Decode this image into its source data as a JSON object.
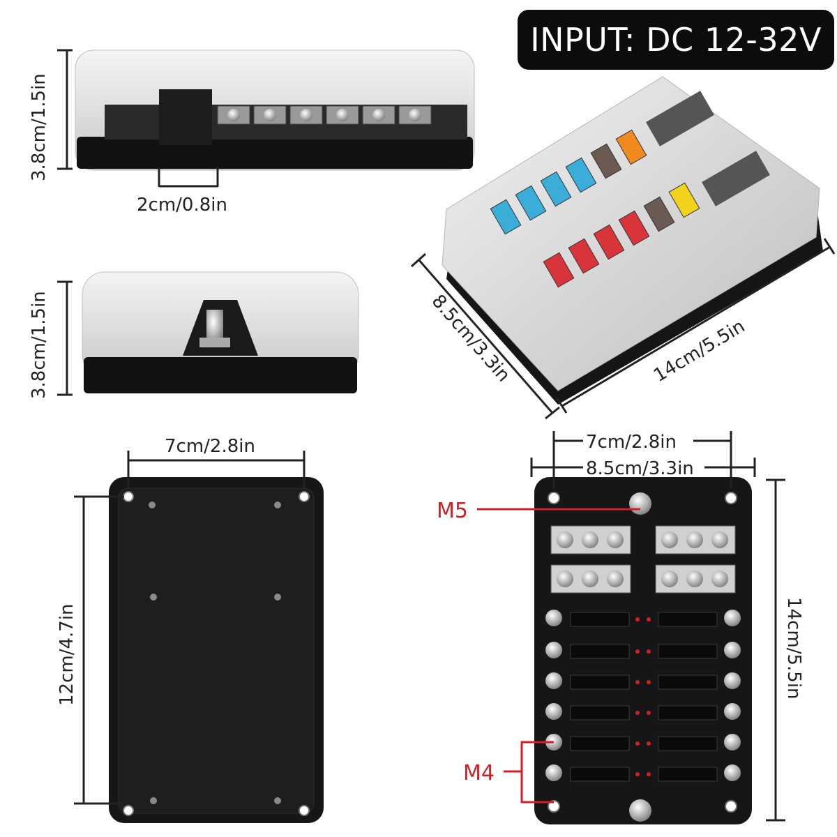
{
  "badge": {
    "input_label": "INPUT: DC 12-32V"
  },
  "dimensions": {
    "side_height": "3.8cm/1.5in",
    "terminal_gap": "2cm/0.8in",
    "end_height": "3.8cm/1.5in",
    "depth": "8.5cm/3.3in",
    "length": "14cm/5.5in",
    "back_hole_width": "7cm/2.8in",
    "back_hole_height": "12cm/4.7in",
    "top_hole_width": "7cm/2.8in",
    "top_width": "8.5cm/3.3in",
    "top_length": "14cm/5.5in"
  },
  "callouts": {
    "stud": "M5",
    "screw": "M4"
  },
  "colors": {
    "fuse_blue": "#3aaed8",
    "fuse_red": "#d8343a",
    "fuse_orange": "#f08a1e",
    "fuse_yellow": "#f2d21a",
    "fuse_brown": "#6b5a52",
    "callout_red": "#d21f26"
  }
}
